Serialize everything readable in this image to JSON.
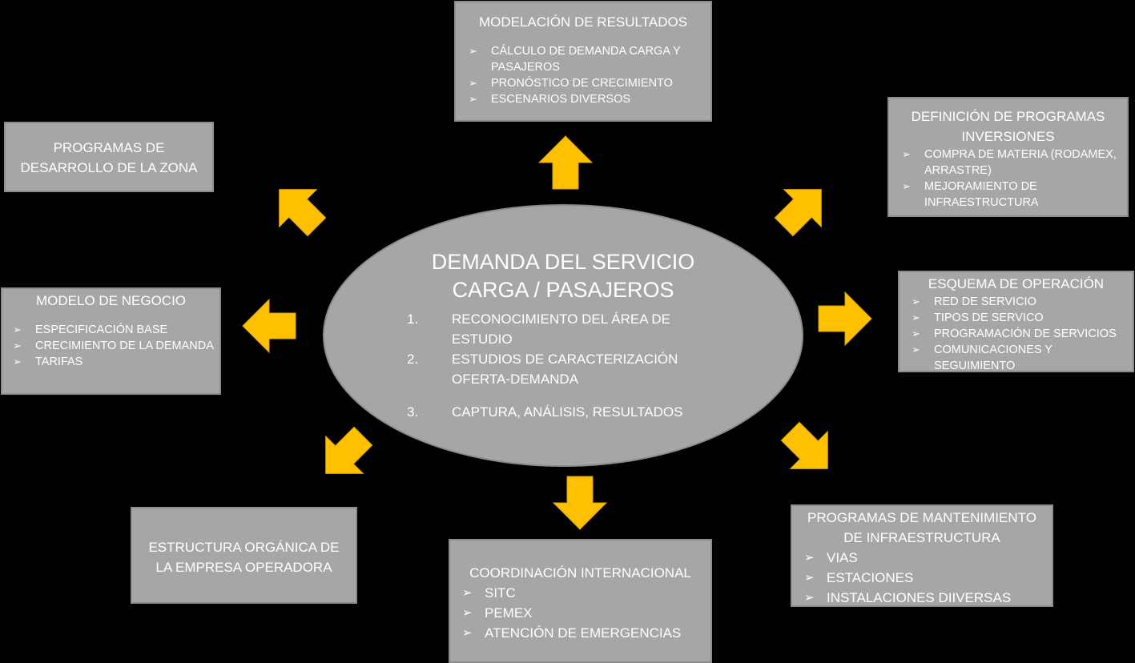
{
  "center": {
    "title_line1": "DEMANDA DEL SERVICIO",
    "title_line2": "CARGA / PASAJEROS",
    "items": [
      {
        "num": "1.",
        "text": "RECONOCIMIENTO DEL ÁREA DE ESTUDIO"
      },
      {
        "num": "2.",
        "text": "ESTUDIOS DE CARACTERIZACIÓN OFERTA-DEMANDA"
      },
      {
        "num": "3.",
        "text": "CAPTURA, ANÁLISIS, RESULTADOS"
      }
    ]
  },
  "bullet_glyph": "➢",
  "modelacion": {
    "title": "MODELACIÓN DE RESULTADOS",
    "items": [
      "CÁLCULO DE DEMANDA CARGA Y PASAJEROS",
      "PRONÓSTICO DE CRECIMIENTO",
      "ESCENARIOS DIVERSOS"
    ]
  },
  "definicion": {
    "title": "DEFINICIÓN DE PROGRAMAS INVERSIONES",
    "items": [
      "COMPRA DE MATERIA (RODAMEX, ARRASTRE)",
      "MEJORAMIENTO DE INFRAESTRUCTURA"
    ]
  },
  "esquema": {
    "title": "ESQUEMA DE OPERACIÓN",
    "items": [
      "RED DE SERVICIO",
      "TIPOS DE SERVICO",
      "PROGRAMACIÓN DE SERVICIOS",
      "COMUNICACIONES Y SEGUIMIENTO"
    ]
  },
  "mantenimiento": {
    "title": "PROGRAMAS DE MANTENIMIENTO DE INFRAESTRUCTURA",
    "items": [
      "VIAS",
      "ESTACIONES",
      "INSTALACIONES DIIVERSAS"
    ]
  },
  "coordinacion": {
    "title": "COORDINACIÓN INTERNACIONAL",
    "items": [
      "SITC",
      "PEMEX",
      "ATENCIÓN DE EMERGENCIAS"
    ]
  },
  "estructura": {
    "title": "ESTRUCTURA ORGÁNICA DE LA EMPRESA OPERADORA"
  },
  "modelo_negocio": {
    "title": "MODELO DE NEGOCIO",
    "items": [
      "ESPECIFICACIÓN BASE",
      "CRECIMIENTO DE LA DEMANDA",
      "TARIFAS"
    ]
  },
  "programas_desarrollo": {
    "title": "PROGRAMAS DE DESARROLLO DE LA ZONA"
  },
  "colors": {
    "background": "#000000",
    "box_fill": "#a6a6a6",
    "box_border": "#8c8c8c",
    "arrow_fill": "#ffc000",
    "text": "#ffffff"
  }
}
